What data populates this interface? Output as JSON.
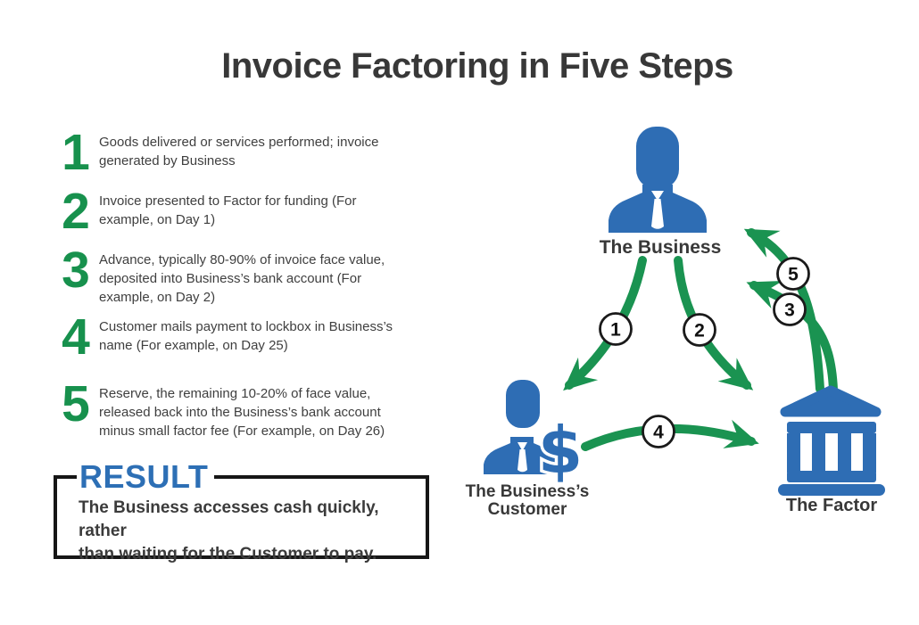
{
  "title": "Invoice Factoring in Five Steps",
  "steps": [
    {
      "num": "1",
      "text": "Goods delivered or services performed; invoice\ngenerated by Business"
    },
    {
      "num": "2",
      "text": "Invoice presented to Factor for funding (For\nexample, on Day 1)"
    },
    {
      "num": "3",
      "text": "Advance, typically 80-90% of invoice face value,\ndeposited into Business’s bank account (For\nexample, on Day 2)"
    },
    {
      "num": "4",
      "text": "Customer mails payment to lockbox in Business’s\nname (For example, on Day 25)"
    },
    {
      "num": "5",
      "text": "Reserve, the remaining 10-20% of face value,\nreleased back into the Business’s bank account\nminus small factor fee (For example, on Day 26)"
    }
  ],
  "result": {
    "label": "RESULT",
    "text": "The Business accesses cash quickly, rather\nthan waiting for the Customer to pay."
  },
  "diagram": {
    "nodes": {
      "business": {
        "label": "The Business"
      },
      "customer": {
        "label": "The Business’s\nCustomer",
        "currency_symbol": "$"
      },
      "factor": {
        "label": "The Factor"
      }
    },
    "arrows": [
      {
        "num": "1",
        "from": "business",
        "to": "customer"
      },
      {
        "num": "2",
        "from": "business",
        "to": "factor"
      },
      {
        "num": "3",
        "from": "factor",
        "to": "business"
      },
      {
        "num": "4",
        "from": "customer",
        "to": "factor"
      },
      {
        "num": "5",
        "from": "factor",
        "to": "business"
      }
    ]
  },
  "colors": {
    "green": "#17914D",
    "blue": "#2E6DB4",
    "dark_text": "#3B3B3B",
    "box_border": "#161616"
  }
}
